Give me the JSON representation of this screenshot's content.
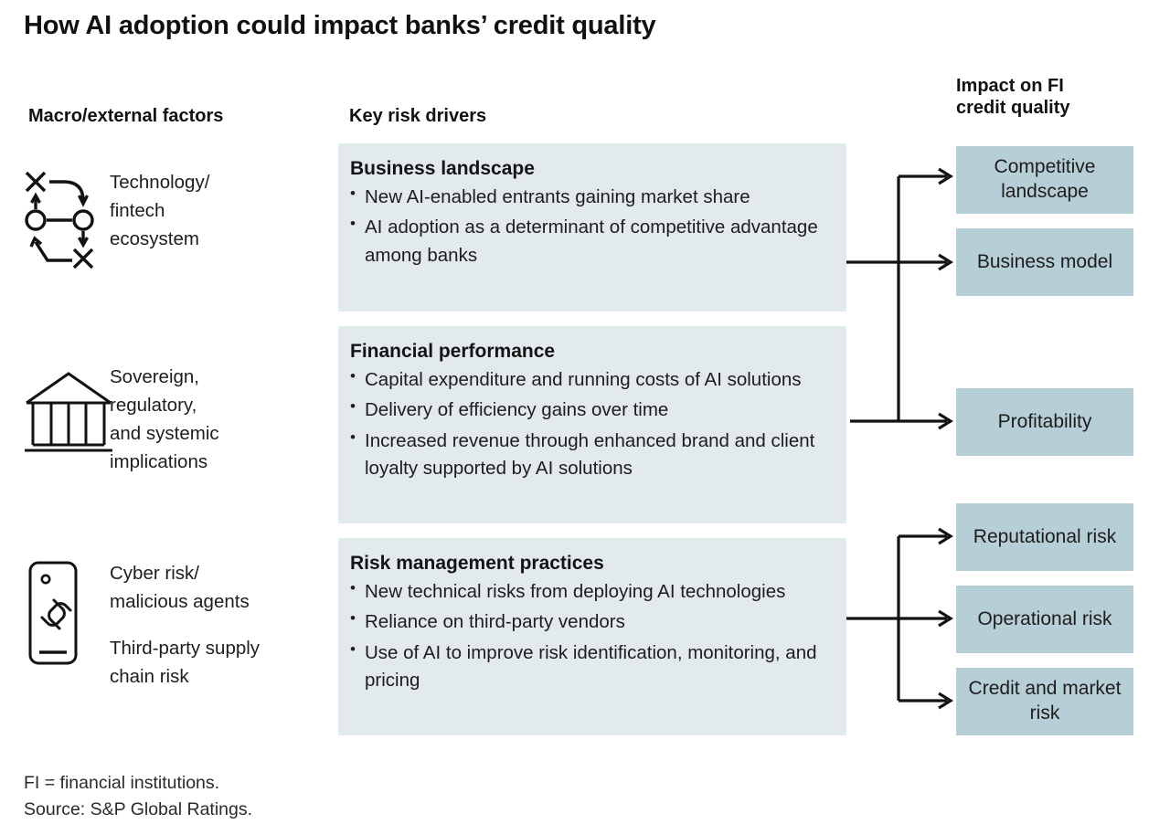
{
  "title": "How AI adoption could impact banks’ credit quality",
  "colors": {
    "driver_box_bg": "#e3eaed",
    "impact_box_bg": "#b6ced6",
    "text": "#1d1d1d",
    "connector": "#121212",
    "page_bg": "#ffffff"
  },
  "headers": {
    "macro": "Macro/external factors",
    "drivers": "Key risk drivers",
    "impact_line1": "Impact on FI",
    "impact_line2": "credit quality"
  },
  "macro_factors": [
    {
      "icon": "network-ecosystem-icon",
      "labels": [
        "Technology/\nfintech\necosystem"
      ]
    },
    {
      "icon": "bank-building-icon",
      "labels": [
        "Sovereign,\nregulatory,\nand systemic\nimplications"
      ]
    },
    {
      "icon": "mobile-chain-link-icon",
      "labels": [
        "Cyber risk/\nmalicious agents",
        "Third-party supply\nchain risk"
      ]
    }
  ],
  "risk_drivers": [
    {
      "title": "Business landscape",
      "bullets": [
        "New AI-enabled entrants gaining market share",
        "AI adoption as a determinant of competitive advantage among banks"
      ]
    },
    {
      "title": "Financial performance",
      "bullets": [
        "Capital expenditure and running costs of AI solutions",
        "Delivery of efficiency gains over time",
        "Increased revenue through enhanced brand and client loyalty supported by AI solutions"
      ]
    },
    {
      "title": "Risk management practices",
      "bullets": [
        "New technical risks from deploying AI technologies",
        "Reliance on third-party vendors",
        "Use of AI to improve risk identification, monitoring, and pricing"
      ]
    }
  ],
  "impacts": [
    "Competitive landscape",
    "Business model",
    "Profitability",
    "Reputational risk",
    "Operational risk",
    "Credit and market risk"
  ],
  "footnotes": {
    "abbreviation": "FI = financial institutions.",
    "source": "Source: S&P Global Ratings."
  }
}
